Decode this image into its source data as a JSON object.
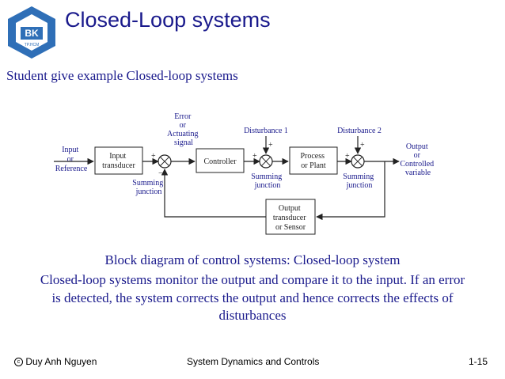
{
  "logo": {
    "text": "BK",
    "subtext": "TP.HCM",
    "colors": {
      "outer": "#2f6fb7",
      "inner": "#ffffff"
    }
  },
  "header": {
    "title": "Closed-Loop systems"
  },
  "subtitle": "Student give example Closed-loop systems",
  "diagram": {
    "input_label": [
      "Input",
      "or",
      "Reference"
    ],
    "input_transducer": [
      "Input",
      "transducer"
    ],
    "error_label": [
      "Error",
      "or",
      "Actuating",
      "signal"
    ],
    "summing_junction_1": [
      "Summing",
      "junction"
    ],
    "controller": "Controller",
    "disturbance_1": "Disturbance 1",
    "summing_junction_2": [
      "Summing",
      "junction"
    ],
    "process": [
      "Process",
      "or Plant"
    ],
    "disturbance_2": "Disturbance 2",
    "summing_junction_3": [
      "Summing",
      "junction"
    ],
    "output_label": [
      "Output",
      "or",
      "Controlled",
      "variable"
    ],
    "output_transducer": [
      "Output",
      "transducer",
      "or Sensor"
    ],
    "signs": {
      "plus": "+",
      "minus": "−"
    }
  },
  "caption": {
    "line1": "Block diagram of control systems: Closed-loop system",
    "line2": "Closed-loop systems monitor the output and compare it to the input. If an error",
    "line3": "is detected, the system corrects the output and hence corrects the effects of",
    "line4": "disturbances"
  },
  "footer": {
    "author": "Duy Anh Nguyen",
    "course": "System Dynamics and Controls",
    "page": "1-15"
  },
  "colors": {
    "text_primary": "#1a1a8c"
  }
}
